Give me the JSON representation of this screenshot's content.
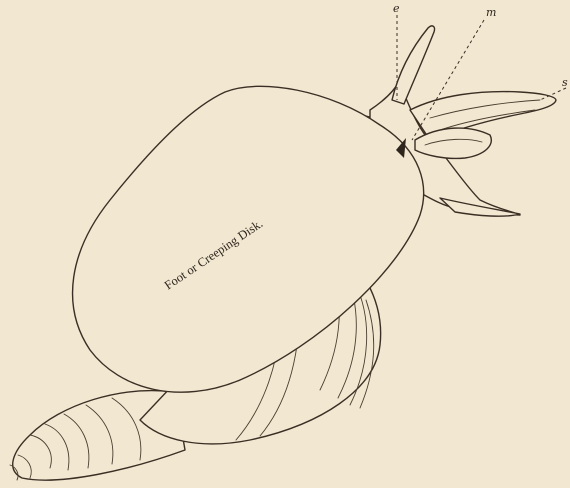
{
  "figure": {
    "foot_label": "Foot or Creeping Disk.",
    "labels": {
      "e": "e",
      "m": "m",
      "s": "s"
    },
    "ink_color": "#3a2f24",
    "paper_color": "#f2e7d1"
  }
}
